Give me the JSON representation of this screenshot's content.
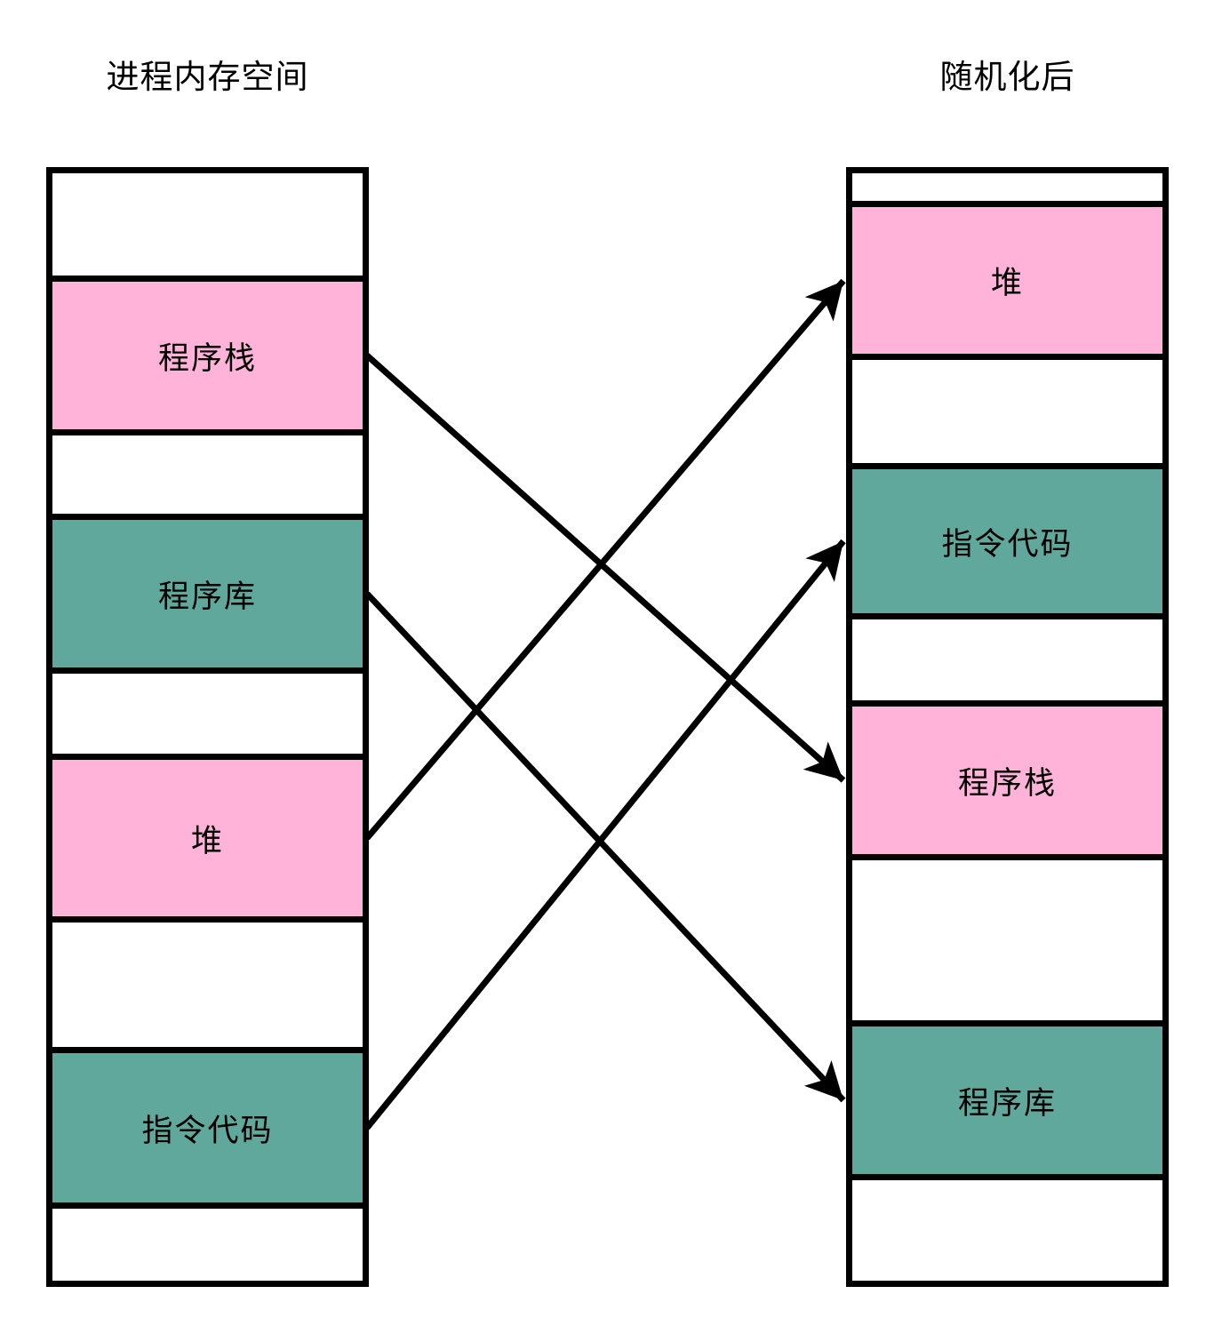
{
  "diagram": {
    "left_column": {
      "title": "进程内存空间",
      "segments": [
        {
          "id": "spacer-top",
          "type": "white",
          "label": ""
        },
        {
          "id": "stack",
          "type": "pink",
          "label": "程序栈"
        },
        {
          "id": "spacer-1",
          "type": "white",
          "label": ""
        },
        {
          "id": "lib",
          "type": "teal",
          "label": "程序库"
        },
        {
          "id": "spacer-2",
          "type": "white",
          "label": ""
        },
        {
          "id": "heap",
          "type": "pink",
          "label": "堆"
        },
        {
          "id": "spacer-3",
          "type": "white",
          "label": ""
        },
        {
          "id": "code",
          "type": "teal",
          "label": "指令代码"
        },
        {
          "id": "spacer-bottom",
          "type": "white",
          "label": ""
        }
      ]
    },
    "right_column": {
      "title": "随机化后",
      "segments": [
        {
          "id": "spacer-top",
          "type": "white",
          "label": ""
        },
        {
          "id": "heap",
          "type": "pink",
          "label": "堆"
        },
        {
          "id": "spacer-1",
          "type": "white",
          "label": ""
        },
        {
          "id": "code",
          "type": "teal",
          "label": "指令代码"
        },
        {
          "id": "spacer-2",
          "type": "white",
          "label": ""
        },
        {
          "id": "stack",
          "type": "pink",
          "label": "程序栈"
        },
        {
          "id": "spacer-3",
          "type": "white",
          "label": ""
        },
        {
          "id": "lib",
          "type": "teal",
          "label": "程序库"
        },
        {
          "id": "spacer-bottom",
          "type": "white",
          "label": ""
        }
      ]
    },
    "arrows": [
      {
        "from": "stack",
        "to": "stack"
      },
      {
        "from": "lib",
        "to": "lib"
      },
      {
        "from": "heap",
        "to": "heap"
      },
      {
        "from": "code",
        "to": "code"
      }
    ],
    "colors": {
      "pink": "#ffb3d9",
      "teal": "#5fa89b",
      "background": "#ffffff",
      "line": "#000000"
    }
  }
}
